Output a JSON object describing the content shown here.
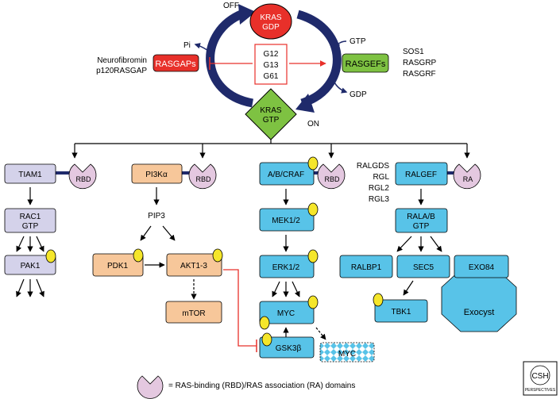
{
  "kras": {
    "off_label": "OFF",
    "on_label": "ON",
    "gdp_top": "KRAS",
    "gdp_bottom": "GDP",
    "gtp_top": "KRAS",
    "gtp_bottom": "GTP",
    "pi": "Pi",
    "gtp_in": "GTP",
    "gdp_out": "GDP"
  },
  "mutations": [
    "G12",
    "G13",
    "G61"
  ],
  "rasgaps": {
    "label": "RASGAPs",
    "names": [
      "Neurofibromin",
      "p120RASGAP"
    ]
  },
  "rasgefs": {
    "label": "RASGEFs",
    "names": [
      "SOS1",
      "RASGRP",
      "RASGRF"
    ]
  },
  "rac_path": {
    "tiam1": "TIAM1",
    "rbd": "RBD",
    "rac1_top": "RAC1",
    "rac1_bottom": "GTP",
    "pak1": "PAK1"
  },
  "pi3k_path": {
    "pi3k": "PI3Kα",
    "rbd": "RBD",
    "pip3": "PIP3",
    "pdk1": "PDK1",
    "akt": "AKT1-3",
    "mtor": "mTOR"
  },
  "raf_path": {
    "raf": "A/B/CRAF",
    "rbd": "RBD",
    "mek": "MEK1/2",
    "erk": "ERK1/2",
    "myc": "MYC",
    "gsk": "GSK3β",
    "myc_degraded": "MYC"
  },
  "ral_path": {
    "ralgef": "RALGEF",
    "ra": "RA",
    "ralgef_names": [
      "RALGDS",
      "RGL",
      "RGL2",
      "RGL3"
    ],
    "rala_top": "RALA/B",
    "rala_bottom": "GTP",
    "ralbp1": "RALBP1",
    "sec5": "SEC5",
    "exo84": "EXO84",
    "exocyst": "Exocyst",
    "tbk1": "TBK1"
  },
  "legend": "= RAS-binding (RBD)/RAS association (RA) domains",
  "logo": {
    "top": "CSH",
    "bottom": "PERSPECTIVES"
  },
  "colors": {
    "red": "#e8302a",
    "green": "#7ec242",
    "navy": "#1f2a6b",
    "lavender": "#d4d2ea",
    "peach": "#f7c79a",
    "cyan": "#58c3e8",
    "yellow": "#f5e62a",
    "pink_domain": "#e4c8e0"
  }
}
